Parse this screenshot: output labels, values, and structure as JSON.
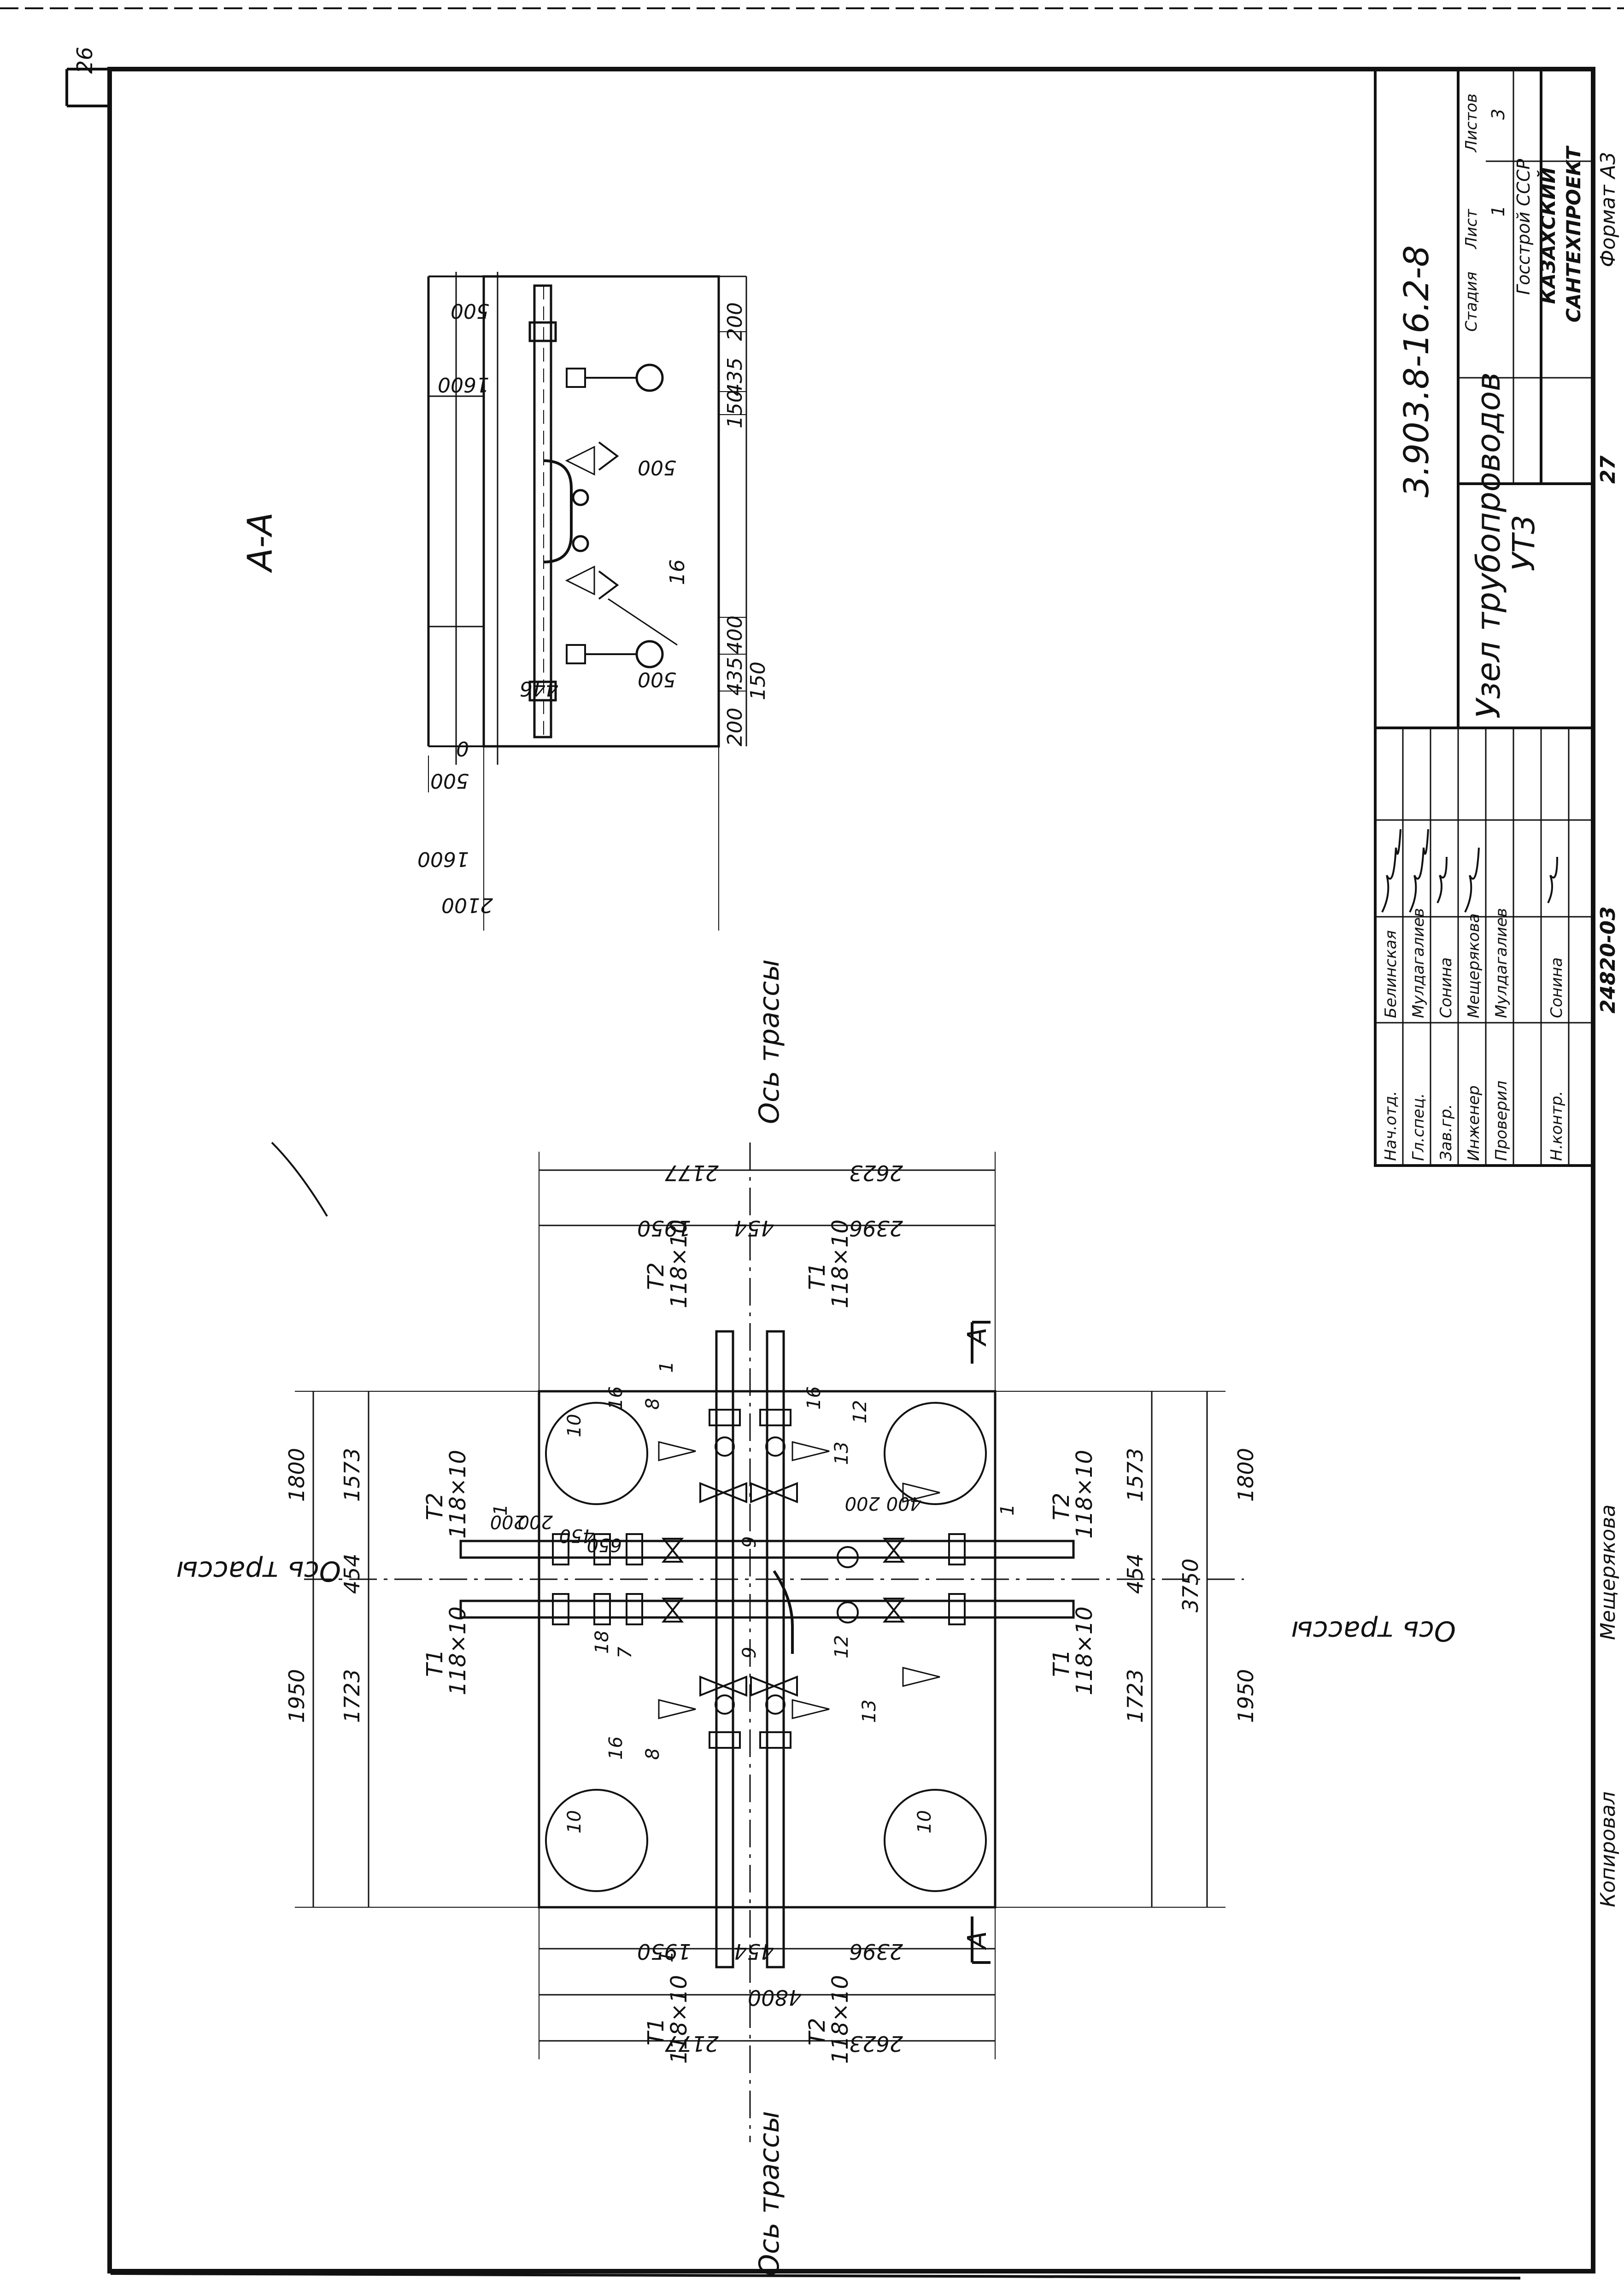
{
  "sheet": {
    "page_number": "26",
    "colors": {
      "ink": "#111111",
      "paper": "#ffffff"
    }
  },
  "title_block": {
    "document_code": "3.903.8-16.2-8",
    "title": "Узел трубопроводов",
    "subtitle": "УТ3",
    "stage_label": "Стадия",
    "sheet_label": "Лист",
    "sheets_label": "Листов",
    "sheet_number": "1",
    "sheets_total": "3",
    "organization": [
      "Госстрой СССР",
      "КАЗАХСКИЙ",
      "САНТЕХПРОЕКТ"
    ],
    "signatures": [
      {
        "role": "Нач.отд.",
        "name": "Белинская"
      },
      {
        "role": "Гл.спец.",
        "name": "Мулдагалиев"
      },
      {
        "role": "Зав.гр.",
        "name": "Сонина"
      },
      {
        "role": "Инженер",
        "name": "Мещерякова"
      },
      {
        "role": "Проверил",
        "name": "Мулдагалиев"
      },
      {
        "role": "Н.контр.",
        "name": "Сонина"
      }
    ],
    "footer": {
      "copied": "Копировал",
      "copier": "Мещерякова",
      "order": "24820-03",
      "page": "27",
      "format": "Формат А3"
    }
  },
  "section": {
    "label": "А-А",
    "dims": {
      "w_2100": "2100",
      "w_1600": "1600",
      "w_500": "500",
      "w_0": "0",
      "t_500": "500",
      "t_1600": "1600",
      "r_200a": "200",
      "r_435a": "435",
      "r_150a": "150",
      "r_400": "400",
      "r_435b": "435",
      "r_200b": "200",
      "r_150b": "150",
      "i_500a": "500",
      "i_500b": "500",
      "i_446": "446",
      "i_16": "16"
    }
  },
  "plan": {
    "axis_label": "Ось трассы",
    "cut_mark": "А",
    "pipes": {
      "t1": "Т1",
      "t2": "Т2",
      "size": "118×10"
    },
    "dims": {
      "top_2177": "2177",
      "top_2623": "2623",
      "top_1950": "1950",
      "top_454": "454",
      "top_2396": "2396",
      "bot_1950": "1950",
      "bot_454": "454",
      "bot_2396": "2396",
      "bot_4800": "4800",
      "bot_2177": "2177",
      "bot_2623": "2623",
      "left_1800": "1800",
      "left_1950": "1950",
      "left_1573": "1573",
      "left_454": "454",
      "left_1723": "1723",
      "right_1573": "1573",
      "right_454": "454",
      "right_1723": "1723",
      "right_3750": "3750",
      "right_1800": "1800",
      "right_1950": "1950",
      "in_200a": "200",
      "in_200b": "200",
      "in_450": "450",
      "in_650": "650",
      "in_200c": "200",
      "in_400": "400"
    },
    "item_numbers": [
      "1",
      "7",
      "8",
      "9",
      "10",
      "12",
      "13",
      "16",
      "18"
    ]
  }
}
